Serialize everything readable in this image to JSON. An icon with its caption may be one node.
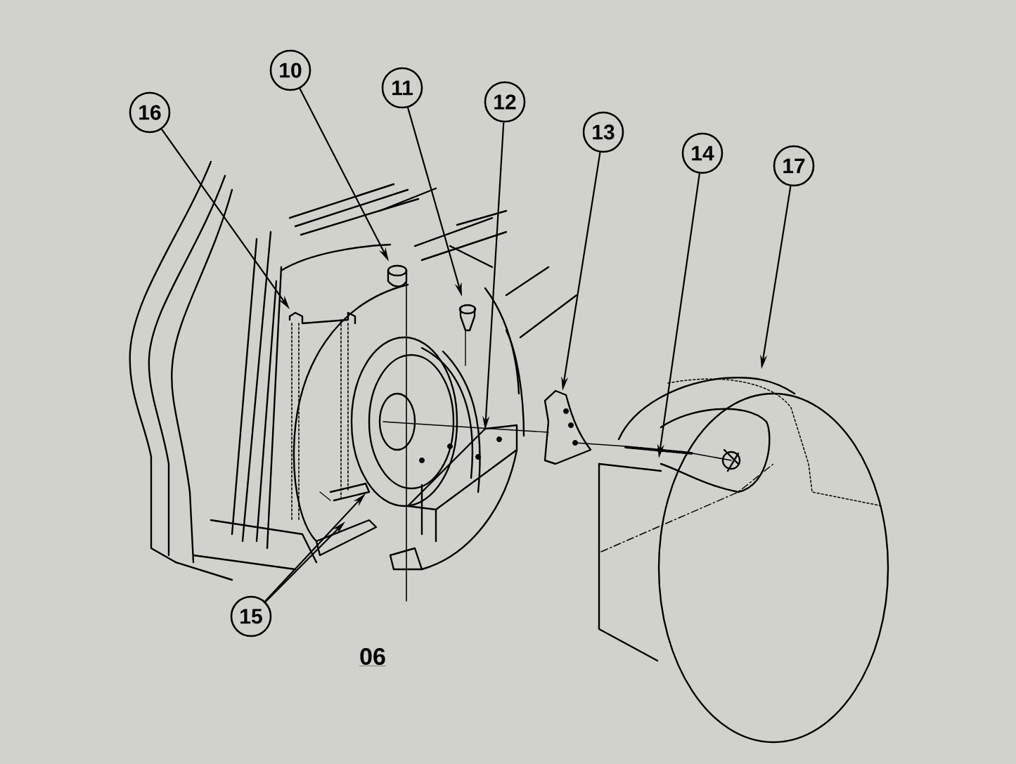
{
  "diagram": {
    "nodes": [
      {
        "text": [
          "16"
        ]
      },
      {
        "text": [
          "10"
        ]
      },
      {
        "text": [
          "11"
        ]
      },
      {
        "text": [
          "12"
        ]
      },
      {
        "text": [
          "13"
        ]
      },
      {
        "text": [
          "14"
        ]
      },
      {
        "text": [
          "17"
        ]
      },
      {
        "text": [
          "15"
        ]
      }
    ],
    "edges": [
      {
        "from": 0,
        "to": null,
        "arrow": "to"
      },
      {
        "from": 1,
        "to": null,
        "arrow": "to"
      },
      {
        "from": 2,
        "to": null,
        "arrow": "to"
      },
      {
        "from": 3,
        "to": null,
        "arrow": "to"
      },
      {
        "from": 4,
        "to": null,
        "arrow": "to"
      },
      {
        "from": 5,
        "to": null,
        "arrow": "to"
      },
      {
        "from": 6,
        "to": null,
        "arrow": "to"
      },
      {
        "from": 7,
        "to": null,
        "arrow": "to"
      },
      {
        "from": 7,
        "to": null,
        "arrow": "to"
      }
    ],
    "labels": [
      "06"
    ]
  }
}
